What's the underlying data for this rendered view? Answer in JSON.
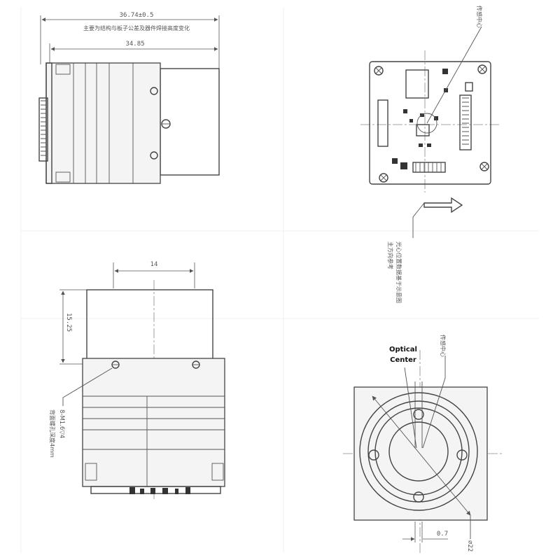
{
  "dimensions": {
    "overall_length": "36.74±0.5",
    "body_length": "34.85",
    "lens_width": "14",
    "lens_protrusion": "15.25",
    "mount_hole": "8-M1.6▽4",
    "offset": "0.7",
    "lens_diameter": "⌀22"
  },
  "notes": {
    "top_note": "主要为结构与板子公差及器件焊接高度变化",
    "hole_note": "背面螺孔深度4mm",
    "sensor_label_top": "传感中心",
    "sensor_label_bottom": "传感中心",
    "vertical_note_1": "光心位置数据基于示意图",
    "vertical_note_2": "主方向参考"
  },
  "labels": {
    "optical_center_line1": "Optical",
    "optical_center_line2": "Center"
  }
}
